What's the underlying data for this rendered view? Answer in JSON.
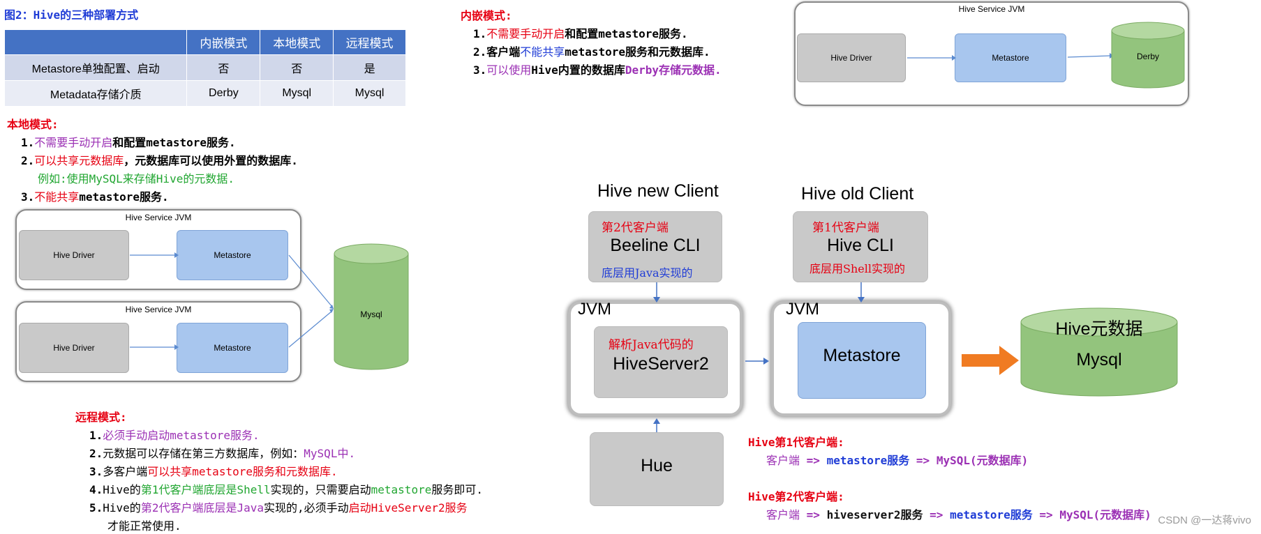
{
  "fig_title": "图2：Hive的三种部署方式",
  "table": {
    "headers": [
      "",
      "内嵌模式",
      "本地模式",
      "远程模式"
    ],
    "rows": [
      [
        "Metastore单独配置、启动",
        "否",
        "否",
        "是"
      ],
      [
        "Metadata存储介质",
        "Derby",
        "Mysql",
        "Mysql"
      ]
    ]
  },
  "embedded": {
    "title": "内嵌模式:",
    "items": [
      {
        "num": "1.",
        "a": "不需要手动开启",
        "b": "和配置metastore服务."
      },
      {
        "num": "2.",
        "a": "客户端",
        "b": "不能共享",
        "c": "metastore服务和元数据库."
      },
      {
        "num": "3.",
        "a": "可以使用",
        "b": "Hive内置的数据库",
        "c": "Derby存储元数据."
      }
    ],
    "diagram": {
      "jvm_title": "Hive Service JVM",
      "driver": "Hive Driver",
      "metastore": "Metastore",
      "db": "Derby"
    }
  },
  "local": {
    "title": "本地模式:",
    "item1_num": "1.",
    "item1_a": "不需要手动开启",
    "item1_b": "和配置metastore服务.",
    "item2_num": "2.",
    "item2_a": "可以共享元数据库",
    "item2_b": "，元数据库可以使用外置的数据库.",
    "item2_example": "例如:使用MySQL来存储Hive的元数据.",
    "item3_num": "3.",
    "item3_a": "不能共享",
    "item3_b": "metastore服务.",
    "diagram": {
      "jvm1_title": "Hive Service JVM",
      "jvm2_title": "Hive Service JVM",
      "driver1": "Hive Driver",
      "driver2": "Hive Driver",
      "metastore1": "Metastore",
      "metastore2": "Metastore",
      "db": "Mysql"
    }
  },
  "remote": {
    "title": "远程模式:",
    "l1_num": "1.",
    "l1_a": "必须手动启动metastore服务.",
    "l2_num": "2.",
    "l2_a": "元数据可以存储在第三方数据库，例如：",
    "l2_b": "MySQL中.",
    "l3_num": "3.",
    "l3_a": "多客户端",
    "l3_b": "可以共享metastore服务和元数据库.",
    "l4_num": "4.",
    "l4_a": "Hive的",
    "l4_b": "第1代客户端底层是Shell",
    "l4_c": "实现的，只需要启动",
    "l4_d": "metastore",
    "l4_e": "服务即可.",
    "l5_num": "5.",
    "l5_a": "Hive的",
    "l5_b": "第2代客户端底层是Java",
    "l5_c": "实现的,必须手动",
    "l5_d": "启动HiveServer2服务",
    "l6": "才能正常使用."
  },
  "big_diagram": {
    "new_client_title": "Hive new Client",
    "old_client_title": "Hive old Client",
    "new_gen": "第2代客户端",
    "new_cli": "Beeline CLI",
    "new_impl": "底层用Java实现的",
    "old_gen": "第1代客户端",
    "old_cli": "Hive CLI",
    "old_impl": "底层用Shell实现的",
    "jvm1": "JVM",
    "jvm2": "JVM",
    "parse_java": "解析Java代码的",
    "hiveserver2": "HiveServer2",
    "metastore": "Metastore",
    "db_title": "Hive元数据",
    "db_name": "Mysql",
    "hue": "Hue"
  },
  "client_flows": {
    "gen1_title": "Hive第1代客户端:",
    "gen1_flow_a": "客户端",
    "gen1_flow_b": "=>",
    "gen1_flow_c": "metastore服务",
    "gen1_flow_d": "=>",
    "gen1_flow_e": "MySQL(元数据库)",
    "gen2_title": "Hive第2代客户端:",
    "gen2_flow_a": "客户端",
    "gen2_flow_b": "=>",
    "gen2_flow_c": "hiveserver2服务",
    "gen2_flow_d": "=>",
    "gen2_flow_e": "metastore服务",
    "gen2_flow_f": "=>",
    "gen2_flow_g": "MySQL(元数据库)"
  },
  "watermark": "CSDN @一达蒋vivo",
  "colors": {
    "red": "#e60012",
    "purple": "#9b30b4",
    "blue": "#1f3cd6",
    "green": "#21a631",
    "table_header": "#4472c4",
    "box_blue": "#a8c6ee",
    "box_gray": "#c9c9c9",
    "db_green": "#93c47d",
    "arrow_orange": "#f07b22"
  }
}
